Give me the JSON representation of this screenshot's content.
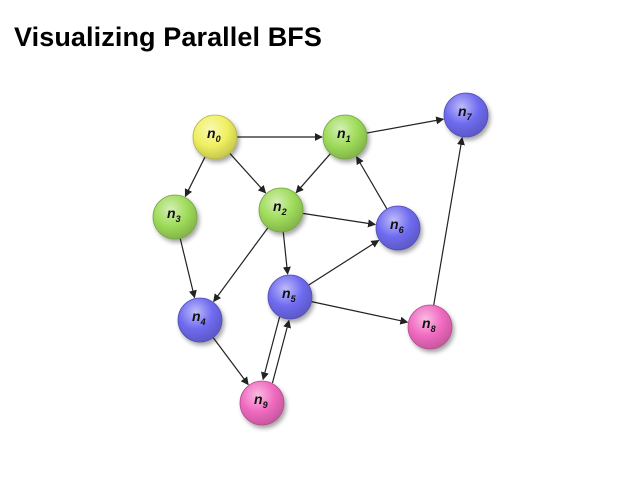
{
  "title": "Visualizing Parallel BFS",
  "colors": {
    "green": "#9fdc5a",
    "yellow": "#f0f060",
    "blue": "#6f6bf0",
    "pink": "#f06ac0"
  },
  "nodes": [
    {
      "id": "n0",
      "base": "n",
      "sub": "0",
      "color": "yellow"
    },
    {
      "id": "n1",
      "base": "n",
      "sub": "1",
      "color": "green"
    },
    {
      "id": "n2",
      "base": "n",
      "sub": "2",
      "color": "green"
    },
    {
      "id": "n3",
      "base": "n",
      "sub": "3",
      "color": "green"
    },
    {
      "id": "n4",
      "base": "n",
      "sub": "4",
      "color": "blue"
    },
    {
      "id": "n5",
      "base": "n",
      "sub": "5",
      "color": "blue"
    },
    {
      "id": "n6",
      "base": "n",
      "sub": "6",
      "color": "blue"
    },
    {
      "id": "n7",
      "base": "n",
      "sub": "7",
      "color": "blue"
    },
    {
      "id": "n8",
      "base": "n",
      "sub": "8",
      "color": "pink"
    },
    {
      "id": "n9",
      "base": "n",
      "sub": "9",
      "color": "pink"
    }
  ],
  "edges": [
    {
      "from": "n0",
      "to": "n1"
    },
    {
      "from": "n0",
      "to": "n3"
    },
    {
      "from": "n0",
      "to": "n2"
    },
    {
      "from": "n1",
      "to": "n2"
    },
    {
      "from": "n1",
      "to": "n7"
    },
    {
      "from": "n2",
      "to": "n6"
    },
    {
      "from": "n2",
      "to": "n4"
    },
    {
      "from": "n2",
      "to": "n5"
    },
    {
      "from": "n3",
      "to": "n4"
    },
    {
      "from": "n4",
      "to": "n9"
    },
    {
      "from": "n5",
      "to": "n6"
    },
    {
      "from": "n5",
      "to": "n8"
    },
    {
      "from": "n5",
      "to": "n9"
    },
    {
      "from": "n6",
      "to": "n1"
    },
    {
      "from": "n8",
      "to": "n7"
    },
    {
      "from": "n9",
      "to": "n5"
    }
  ]
}
